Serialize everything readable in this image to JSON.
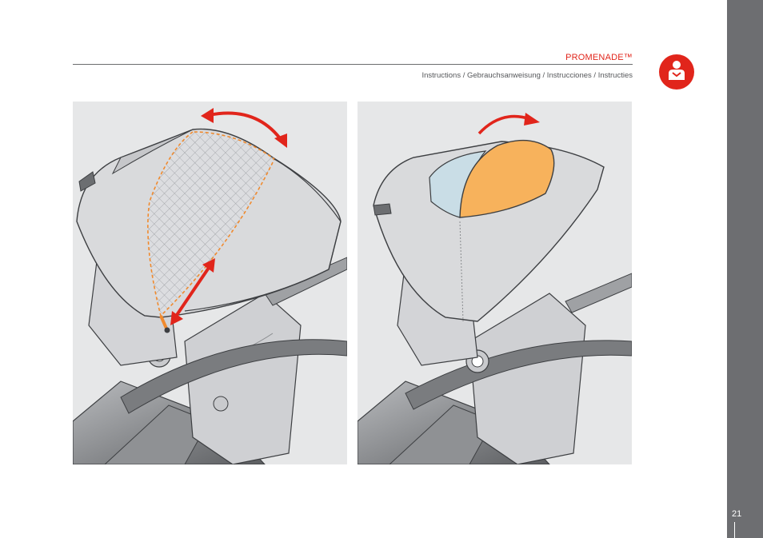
{
  "header": {
    "brand": "PROMENADE™",
    "subtitle": "Instructions / Gebrauchsanweisung / Instrucciones / Instructies"
  },
  "side_tab": {
    "page_number": "21",
    "icon": "person-child-icon"
  },
  "colors": {
    "accent_red": "#e1251b",
    "tab_gray": "#6d6e71",
    "panel_bg": "#e6e7e8",
    "canopy_orange": "#f7b25c",
    "window_blue": "#c9dde6",
    "zipper_orange": "#f08a2e"
  },
  "figures": [
    {
      "id": "left",
      "arrows": [
        "double-headed-curved-arrow-icon",
        "double-headed-diagonal-arrow-icon"
      ]
    },
    {
      "id": "right",
      "arrows": [
        "curved-arrow-icon"
      ]
    }
  ]
}
